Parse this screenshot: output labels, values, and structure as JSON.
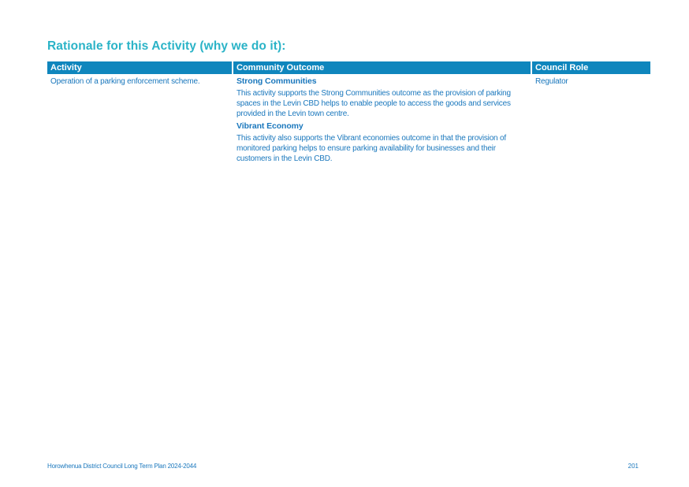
{
  "section_title": "Rationale for this Activity (why we do it):",
  "table": {
    "headers": {
      "activity": "Activity",
      "community_outcome": "Community Outcome",
      "council_role": "Council Role"
    },
    "row": {
      "activity": "Operation of a parking enforcement scheme.",
      "outcomes": [
        {
          "heading": "Strong Communities",
          "body": "This activity supports the Strong Communities outcome as the provision of parking spaces in the Levin CBD helps to enable people to access the goods and services provided in the Levin town centre."
        },
        {
          "heading": "Vibrant Economy",
          "body": "This activity also supports the Vibrant economies outcome in that the provision of monitored parking helps to ensure parking availability for businesses and their customers in the Levin CBD."
        }
      ],
      "council_role": "Regulator"
    }
  },
  "footer": {
    "document_name": "Horowhenua District Council Long Term Plan 2024-2044",
    "page_number": "201"
  },
  "colors": {
    "title": "#2ab3c7",
    "header_bg": "#0f86bd",
    "text": "#1b78bd"
  }
}
